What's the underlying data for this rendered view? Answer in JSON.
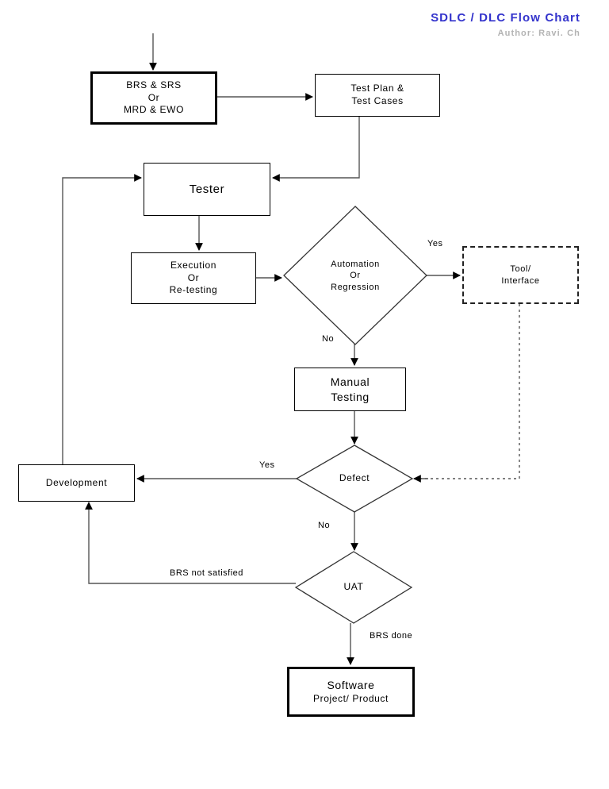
{
  "header": {
    "title": "SDLC /  DLC Flow  Chart",
    "author": "Author: Ravi. Ch",
    "title_color": "#3333cc",
    "author_color": "#b3b3b3"
  },
  "nodes": {
    "requirements": {
      "line1": "BRS & SRS",
      "line2": "Or",
      "line3": "MRD & EWO"
    },
    "test_plan": {
      "line1": "Test Plan &",
      "line2": "Test Cases"
    },
    "tester": {
      "line1": "Tester"
    },
    "execution": {
      "line1": "Execution",
      "line2": "Or",
      "line3": "Re-testing"
    },
    "automation": {
      "line1": "Automation",
      "line2": "Or",
      "line3": "Regression"
    },
    "tool_interface": {
      "line1": "Tool/",
      "line2": "Interface"
    },
    "manual_testing": {
      "line1": "Manual",
      "line2": "Testing"
    },
    "development": {
      "line1": "Development"
    },
    "defect": {
      "line1": "Defect"
    },
    "uat": {
      "line1": "UAT"
    },
    "software": {
      "line1": "Software",
      "line2": "Project/ Product"
    }
  },
  "edge_labels": {
    "automation_yes": "Yes",
    "automation_no": "No",
    "defect_yes": "Yes",
    "defect_no": "No",
    "uat_not_satisfied": "BRS not satisfied",
    "uat_done": "BRS done"
  }
}
